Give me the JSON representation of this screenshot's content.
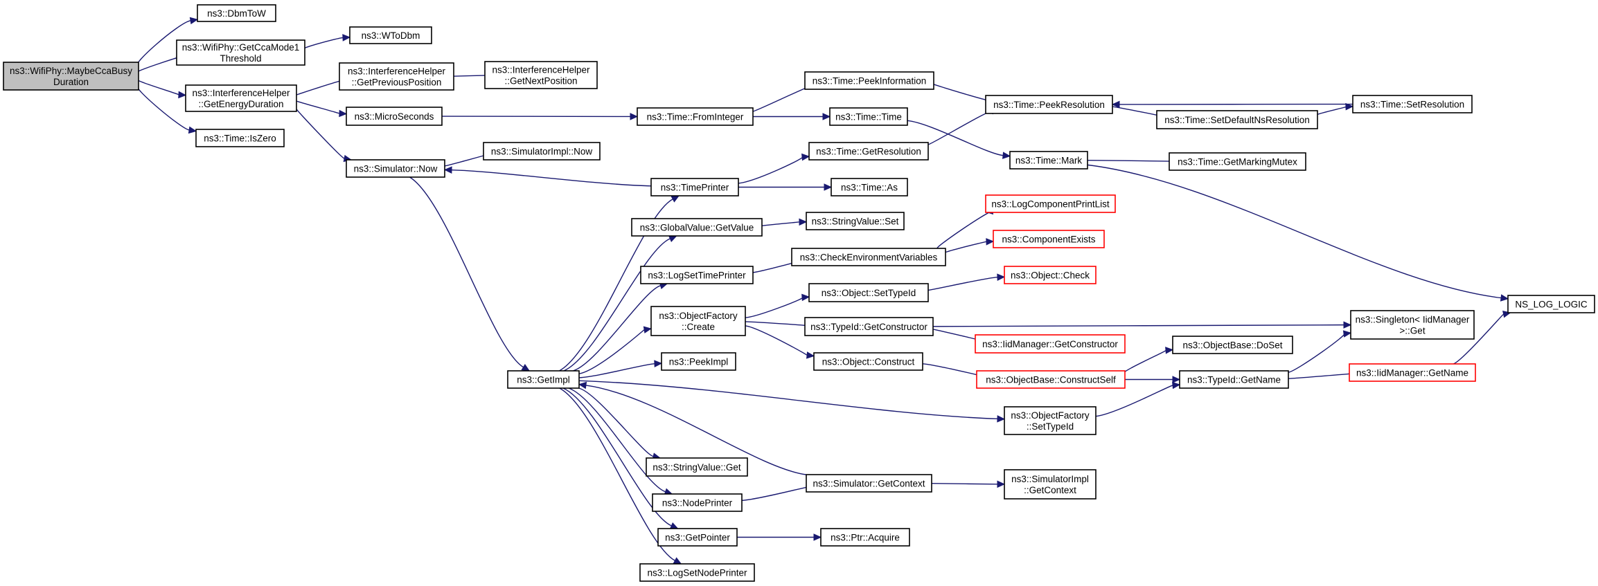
{
  "graph": {
    "nodes": [
      {
        "id": "root",
        "lines": [
          "ns3::WifiPhy::MaybeCcaBusy",
          "Duration"
        ],
        "style": "root",
        "interactable": false
      },
      {
        "id": "dbmtow",
        "lines": [
          "ns3::DbmToW"
        ],
        "style": "normal",
        "interactable": true
      },
      {
        "id": "getccamode1",
        "lines": [
          "ns3::WifiPhy::GetCcaMode1",
          "Threshold"
        ],
        "style": "normal",
        "interactable": true
      },
      {
        "id": "wtodbm",
        "lines": [
          "ns3::WToDbm"
        ],
        "style": "normal",
        "interactable": true
      },
      {
        "id": "ih_getenergy",
        "lines": [
          "ns3::InterferenceHelper",
          "::GetEnergyDuration"
        ],
        "style": "normal",
        "interactable": true
      },
      {
        "id": "ih_getprev",
        "lines": [
          "ns3::InterferenceHelper",
          "::GetPreviousPosition"
        ],
        "style": "normal",
        "interactable": true
      },
      {
        "id": "ih_getnext",
        "lines": [
          "ns3::InterferenceHelper",
          "::GetNextPosition"
        ],
        "style": "normal",
        "interactable": true
      },
      {
        "id": "time_iszero",
        "lines": [
          "ns3::Time::IsZero"
        ],
        "style": "normal",
        "interactable": true
      },
      {
        "id": "microseconds",
        "lines": [
          "ns3::MicroSeconds"
        ],
        "style": "normal",
        "interactable": true
      },
      {
        "id": "sim_now",
        "lines": [
          "ns3::Simulator::Now"
        ],
        "style": "normal",
        "interactable": true
      },
      {
        "id": "simimpl_now",
        "lines": [
          "ns3::SimulatorImpl::Now"
        ],
        "style": "normal",
        "interactable": true
      },
      {
        "id": "time_frominteger",
        "lines": [
          "ns3::Time::FromInteger"
        ],
        "style": "normal",
        "interactable": true
      },
      {
        "id": "time_peekinfo",
        "lines": [
          "ns3::Time::PeekInformation"
        ],
        "style": "normal",
        "interactable": true
      },
      {
        "id": "time_time",
        "lines": [
          "ns3::Time::Time"
        ],
        "style": "normal",
        "interactable": true
      },
      {
        "id": "time_peekres",
        "lines": [
          "ns3::Time::PeekResolution"
        ],
        "style": "normal",
        "interactable": true
      },
      {
        "id": "time_setdefaultns",
        "lines": [
          "ns3::Time::SetDefaultNsResolution"
        ],
        "style": "normal",
        "interactable": true
      },
      {
        "id": "time_setres",
        "lines": [
          "ns3::Time::SetResolution"
        ],
        "style": "normal",
        "interactable": true
      },
      {
        "id": "time_getres",
        "lines": [
          "ns3::Time::GetResolution"
        ],
        "style": "normal",
        "interactable": true
      },
      {
        "id": "time_mark",
        "lines": [
          "ns3::Time::Mark"
        ],
        "style": "normal",
        "interactable": true
      },
      {
        "id": "time_getmarkingmutex",
        "lines": [
          "ns3::Time::GetMarkingMutex"
        ],
        "style": "normal",
        "interactable": true
      },
      {
        "id": "timeprinter",
        "lines": [
          "ns3::TimePrinter"
        ],
        "style": "normal",
        "interactable": true
      },
      {
        "id": "time_as",
        "lines": [
          "ns3::Time::As"
        ],
        "style": "normal",
        "interactable": true
      },
      {
        "id": "globalvalue_getvalue",
        "lines": [
          "ns3::GlobalValue::GetValue"
        ],
        "style": "normal",
        "interactable": true
      },
      {
        "id": "stringvalue_set",
        "lines": [
          "ns3::StringValue::Set"
        ],
        "style": "normal",
        "interactable": true
      },
      {
        "id": "logcomponentprintlist",
        "lines": [
          "ns3::LogComponentPrintList"
        ],
        "style": "red",
        "interactable": true
      },
      {
        "id": "checkenv",
        "lines": [
          "ns3::CheckEnvironmentVariables"
        ],
        "style": "normal",
        "interactable": true
      },
      {
        "id": "componentexists",
        "lines": [
          "ns3::ComponentExists"
        ],
        "style": "red",
        "interactable": true
      },
      {
        "id": "logsettimeprinter",
        "lines": [
          "ns3::LogSetTimePrinter"
        ],
        "style": "normal",
        "interactable": true
      },
      {
        "id": "object_settypeid",
        "lines": [
          "ns3::Object::SetTypeId"
        ],
        "style": "normal",
        "interactable": true
      },
      {
        "id": "object_check",
        "lines": [
          "ns3::Object::Check"
        ],
        "style": "red",
        "interactable": true
      },
      {
        "id": "objectfactory_create",
        "lines": [
          "ns3::ObjectFactory",
          "::Create"
        ],
        "style": "normal",
        "interactable": true
      },
      {
        "id": "typeid_getconstructor",
        "lines": [
          "ns3::TypeId::GetConstructor"
        ],
        "style": "normal",
        "interactable": true
      },
      {
        "id": "iidmanager_getconstructor",
        "lines": [
          "ns3::IidManager::GetConstructor"
        ],
        "style": "red",
        "interactable": true
      },
      {
        "id": "singleton_get",
        "lines": [
          "ns3::Singleton< IidManager",
          ">::Get"
        ],
        "style": "normal",
        "interactable": true
      },
      {
        "id": "ns_log_logic",
        "lines": [
          "NS_LOG_LOGIC"
        ],
        "style": "normal",
        "interactable": true
      },
      {
        "id": "peekimpl",
        "lines": [
          "ns3::PeekImpl"
        ],
        "style": "normal",
        "interactable": true
      },
      {
        "id": "object_construct",
        "lines": [
          "ns3::Object::Construct"
        ],
        "style": "normal",
        "interactable": true
      },
      {
        "id": "objectbase_doset",
        "lines": [
          "ns3::ObjectBase::DoSet"
        ],
        "style": "normal",
        "interactable": true
      },
      {
        "id": "getimpl",
        "lines": [
          "ns3::GetImpl"
        ],
        "style": "normal",
        "interactable": true
      },
      {
        "id": "objectbase_constructself",
        "lines": [
          "ns3::ObjectBase::ConstructSelf"
        ],
        "style": "red",
        "interactable": true
      },
      {
        "id": "typeid_getname",
        "lines": [
          "ns3::TypeId::GetName"
        ],
        "style": "normal",
        "interactable": true
      },
      {
        "id": "iidmanager_getname",
        "lines": [
          "ns3::IidManager::GetName"
        ],
        "style": "red",
        "interactable": true
      },
      {
        "id": "objectfactory_settypeid",
        "lines": [
          "ns3::ObjectFactory",
          "::SetTypeId"
        ],
        "style": "normal",
        "interactable": true
      },
      {
        "id": "stringvalue_get",
        "lines": [
          "ns3::StringValue::Get"
        ],
        "style": "normal",
        "interactable": true
      },
      {
        "id": "sim_getcontext",
        "lines": [
          "ns3::Simulator::GetContext"
        ],
        "style": "normal",
        "interactable": true
      },
      {
        "id": "simimpl_getcontext",
        "lines": [
          "ns3::SimulatorImpl",
          "::GetContext"
        ],
        "style": "normal",
        "interactable": true
      },
      {
        "id": "nodeprinter",
        "lines": [
          "ns3::NodePrinter"
        ],
        "style": "normal",
        "interactable": true
      },
      {
        "id": "getpointer",
        "lines": [
          "ns3::GetPointer"
        ],
        "style": "normal",
        "interactable": true
      },
      {
        "id": "ptr_acquire",
        "lines": [
          "ns3::Ptr::Acquire"
        ],
        "style": "normal",
        "interactable": true
      },
      {
        "id": "logsetnodeprinter",
        "lines": [
          "ns3::LogSetNodePrinter"
        ],
        "style": "normal",
        "interactable": true
      }
    ],
    "edges": [
      [
        "root",
        "dbmtow"
      ],
      [
        "root",
        "getccamode1"
      ],
      [
        "root",
        "ih_getenergy"
      ],
      [
        "root",
        "time_iszero"
      ],
      [
        "getccamode1",
        "wtodbm"
      ],
      [
        "ih_getenergy",
        "ih_getprev"
      ],
      [
        "ih_getenergy",
        "microseconds"
      ],
      [
        "ih_getenergy",
        "sim_now"
      ],
      [
        "ih_getprev",
        "ih_getnext"
      ],
      [
        "microseconds",
        "time_frominteger"
      ],
      [
        "sim_now",
        "simimpl_now"
      ],
      [
        "sim_now",
        "getimpl"
      ],
      [
        "time_frominteger",
        "time_peekinfo"
      ],
      [
        "time_frominteger",
        "time_time"
      ],
      [
        "time_peekinfo",
        "time_peekres"
      ],
      [
        "time_time",
        "time_mark"
      ],
      [
        "time_peekres",
        "time_setdefaultns"
      ],
      [
        "time_setdefaultns",
        "time_setres"
      ],
      [
        "time_setres",
        "time_peekres"
      ],
      [
        "time_getres",
        "time_peekres"
      ],
      [
        "time_mark",
        "time_getmarkingmutex"
      ],
      [
        "time_mark",
        "ns_log_logic"
      ],
      [
        "timeprinter",
        "time_getres"
      ],
      [
        "timeprinter",
        "time_as"
      ],
      [
        "timeprinter",
        "sim_now"
      ],
      [
        "globalvalue_getvalue",
        "stringvalue_set"
      ],
      [
        "logsettimeprinter",
        "checkenv"
      ],
      [
        "checkenv",
        "logcomponentprintlist"
      ],
      [
        "checkenv",
        "componentexists"
      ],
      [
        "objectfactory_create",
        "object_settypeid"
      ],
      [
        "objectfactory_create",
        "typeid_getconstructor"
      ],
      [
        "objectfactory_create",
        "object_construct"
      ],
      [
        "object_settypeid",
        "object_check"
      ],
      [
        "typeid_getconstructor",
        "iidmanager_getconstructor"
      ],
      [
        "typeid_getconstructor",
        "singleton_get"
      ],
      [
        "object_construct",
        "objectbase_constructself"
      ],
      [
        "objectbase_constructself",
        "objectbase_doset"
      ],
      [
        "objectbase_constructself",
        "typeid_getname"
      ],
      [
        "typeid_getname",
        "singleton_get"
      ],
      [
        "typeid_getname",
        "iidmanager_getname"
      ],
      [
        "iidmanager_getname",
        "ns_log_logic"
      ],
      [
        "objectfactory_settypeid",
        "typeid_getname"
      ],
      [
        "getimpl",
        "timeprinter"
      ],
      [
        "getimpl",
        "globalvalue_getvalue"
      ],
      [
        "getimpl",
        "logsettimeprinter"
      ],
      [
        "getimpl",
        "objectfactory_create"
      ],
      [
        "getimpl",
        "peekimpl"
      ],
      [
        "getimpl",
        "objectfactory_settypeid"
      ],
      [
        "getimpl",
        "stringvalue_get"
      ],
      [
        "getimpl",
        "nodeprinter"
      ],
      [
        "getimpl",
        "getpointer"
      ],
      [
        "getimpl",
        "logsetnodeprinter"
      ],
      [
        "sim_getcontext",
        "getimpl"
      ],
      [
        "sim_getcontext",
        "simimpl_getcontext"
      ],
      [
        "nodeprinter",
        "sim_getcontext"
      ],
      [
        "getpointer",
        "ptr_acquire"
      ]
    ]
  },
  "colors": {
    "edge": "#191970",
    "root_fill": "#bfbfbf",
    "node_fill": "#ffffff",
    "node_border": "#000000",
    "incomplete_border": "#ff0000"
  }
}
